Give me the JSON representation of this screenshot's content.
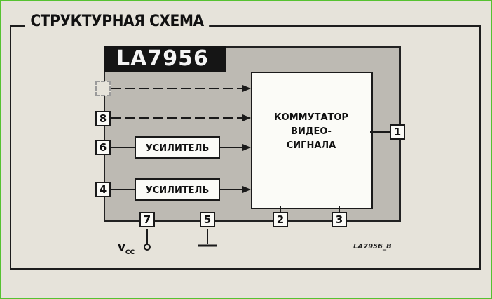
{
  "section": {
    "title": "СТРУКТУРНАЯ СХЕМА"
  },
  "chip": {
    "name": "LA7956"
  },
  "blocks": {
    "switch_lines": [
      "КОММУТАТОР",
      "ВИДЕО-",
      "СИГНАЛА"
    ],
    "amp_top": "УСИЛИТЕЛЬ",
    "amp_bottom": "УСИЛИТЕЛЬ"
  },
  "pins": {
    "p8": "8",
    "p6": "6",
    "p4": "4",
    "p1": "1",
    "p7": "7",
    "p5": "5",
    "p2": "2",
    "p3": "3"
  },
  "power": {
    "vcc_main": "V",
    "vcc_sub": "CC"
  },
  "footnote": "LA7956_B",
  "colors": {
    "frame": "#56c230",
    "chip_fill": "#bdbab3",
    "label_bg": "#151515",
    "block_fill": "#fbfbf7"
  }
}
